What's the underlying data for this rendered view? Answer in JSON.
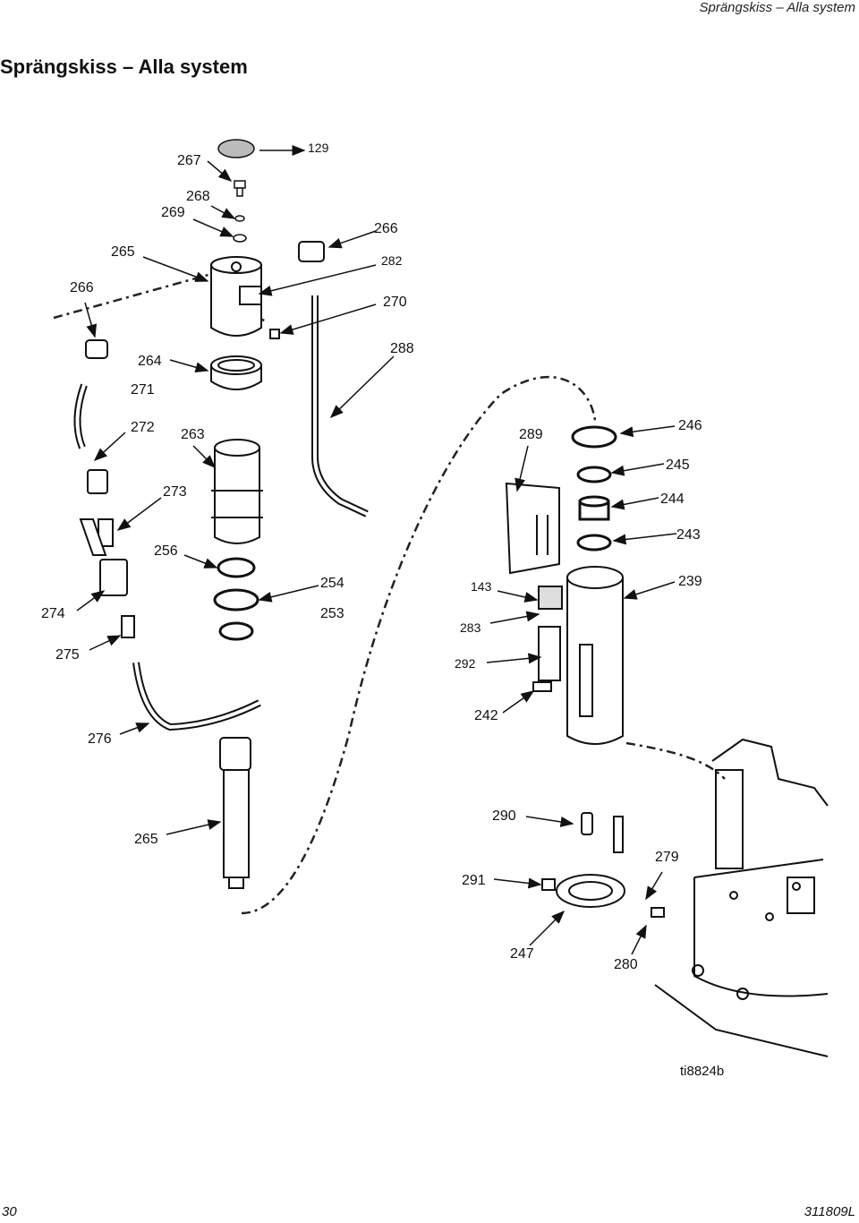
{
  "header": {
    "running_title": "Sprängskiss – Alla system"
  },
  "page_title": "Sprängskiss – Alla system",
  "callouts": {
    "c129": "129",
    "c267": "267",
    "c268": "268",
    "c269": "269",
    "c265a": "265",
    "c266a": "266",
    "c266b": "266",
    "c282": "282",
    "c270": "270",
    "c264": "264",
    "c288": "288",
    "c271": "271",
    "c272": "272",
    "c263": "263",
    "c289": "289",
    "c246": "246",
    "c245": "245",
    "c273": "273",
    "c244": "244",
    "c256": "256",
    "c243": "243",
    "c254": "254",
    "c143": "143",
    "c239": "239",
    "c274": "274",
    "c253": "253",
    "c283": "283",
    "c275": "275",
    "c292": "292",
    "c242": "242",
    "c276": "276",
    "c290": "290",
    "c265b": "265",
    "c279": "279",
    "c291": "291",
    "c247": "247",
    "c280": "280"
  },
  "figure_ref": "ti8824b",
  "footer": {
    "page_number": "30",
    "doc_number": "311809L"
  }
}
